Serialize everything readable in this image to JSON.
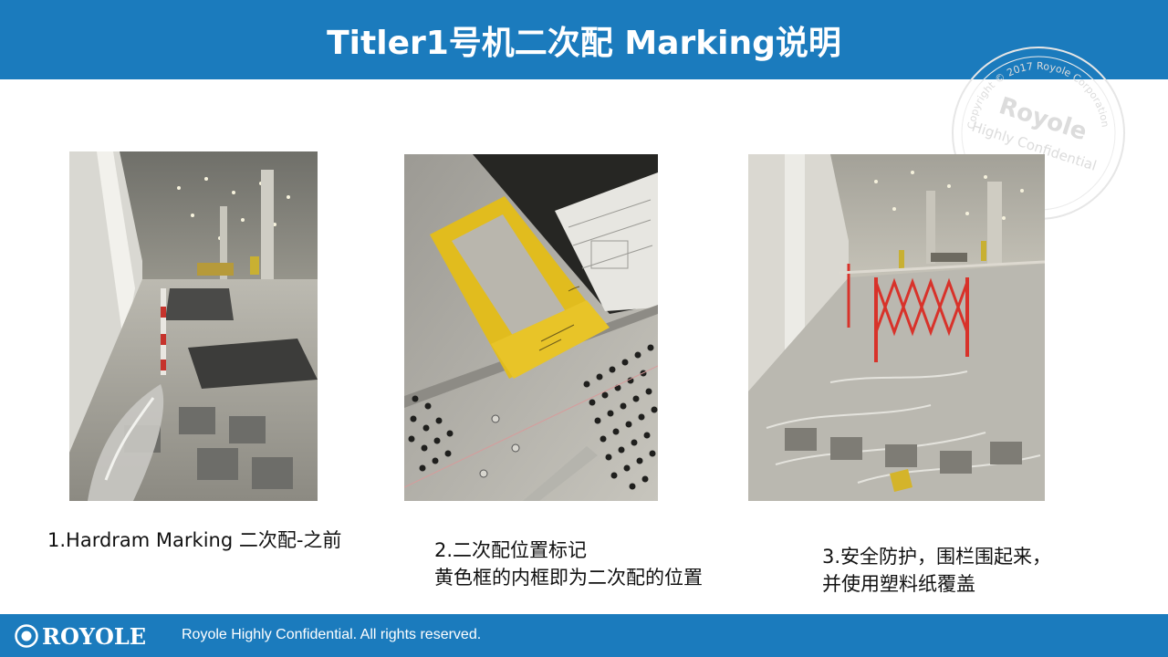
{
  "slide": {
    "title": "Titler1号机二次配 Marking说明"
  },
  "watermark": {
    "lines": [
      "Copyright © 2017 Royole Corporation",
      "Royole",
      "Highly Confidential"
    ]
  },
  "photos": [
    {
      "caption_lines": [
        "1.Hardram Marking 二次配-之前"
      ]
    },
    {
      "caption_lines": [
        "2.二次配位置标记",
        "黄色框的内框即为二次配的位置"
      ]
    },
    {
      "caption_lines": [
        "3.安全防护，围栏围起来，",
        "并使用塑料纸覆盖"
      ]
    }
  ],
  "footer": {
    "logo_text": "ROYOLE",
    "notice": "Royole Highly Confidential. All rights reserved."
  },
  "colors": {
    "brand_blue": "#1b7bbd",
    "marking_yellow": "#e8c21a",
    "fence_red": "#d8322a"
  }
}
